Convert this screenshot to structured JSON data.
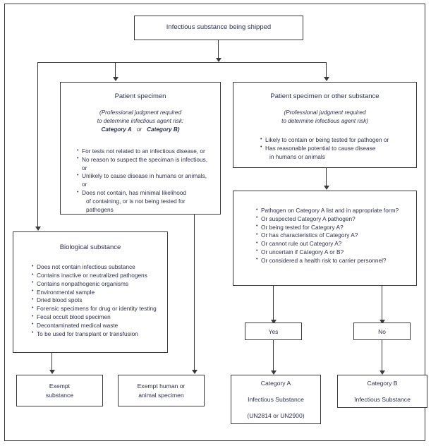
{
  "diagram": {
    "title": "Infectious substance shipping decision flowchart",
    "colors": {
      "line": "#3a3a3a",
      "text": "#2d2f4a",
      "background": "#ffffff"
    },
    "nodes": {
      "start": {
        "label": "Infectious substance being shipped"
      },
      "patient_specimen": {
        "title": "Patient specimen",
        "sub_line1": "(Professional judgment required",
        "sub_line2": "to determine infectious agent risk:",
        "category_a": "Category A",
        "or": "or",
        "category_b": "Category B)",
        "bullets": [
          "For tests not related to an infectious disease, or",
          "No reason to suspect the speciman is infectious, or",
          "Unlikely to cause disease in humans or animals, or",
          "Does not contain, has minimal likelihood",
          "of containing, or is not being tested for pathogens"
        ],
        "bullet_continuations": [
          4
        ]
      },
      "patient_specimen_or_other": {
        "title": "Patient specimen or other substance",
        "sub_line1": "(Professional judgment required",
        "sub_line2": "to determine infectious agent risk)",
        "bullets": [
          "Likely to contain or being tested for pathogen or",
          "Has reasonable potential to cause disease",
          "in humans or animals"
        ],
        "bullet_continuations": [
          2
        ]
      },
      "category_a_criteria": {
        "bullets": [
          "Pathogen on Category A list and in appropriate form?",
          "Or suspected Category A pathogen?",
          "Or being tested for Category A?",
          "Or has characteristics of Category A?",
          "Or cannot rule out Category A?",
          "Or uncertain if Category A or B?",
          "Or considered a health risk to carrier personnel?"
        ],
        "bullet_continuations": []
      },
      "biological_substance": {
        "title": "Biological substance",
        "bullets": [
          "Does not contain infectious substance",
          "Contains inactive or neutralized pathogens",
          "Contains nonpathogenic organisms",
          "Environmental sample",
          "Dried blood spots",
          "Forensic specimens for drug or identity testing",
          "Fecal occult blood specimen",
          "Decontaminated medical waste",
          "To be used for transplant or transfusion"
        ],
        "bullet_continuations": []
      },
      "yes": {
        "label": "Yes"
      },
      "no": {
        "label": "No"
      },
      "exempt_substance": {
        "line1": "Exempt",
        "line2": "substance"
      },
      "exempt_human_animal": {
        "line1": "Exempt human or",
        "line2": "animal specimen"
      },
      "category_a_result": {
        "line1": "Category A",
        "line2": "Infectious Substance",
        "line3": "(UN2814  or  UN2900)"
      },
      "category_b_result": {
        "line1": "Category B",
        "line2": "Infectious Substance",
        "line3": ""
      }
    }
  }
}
